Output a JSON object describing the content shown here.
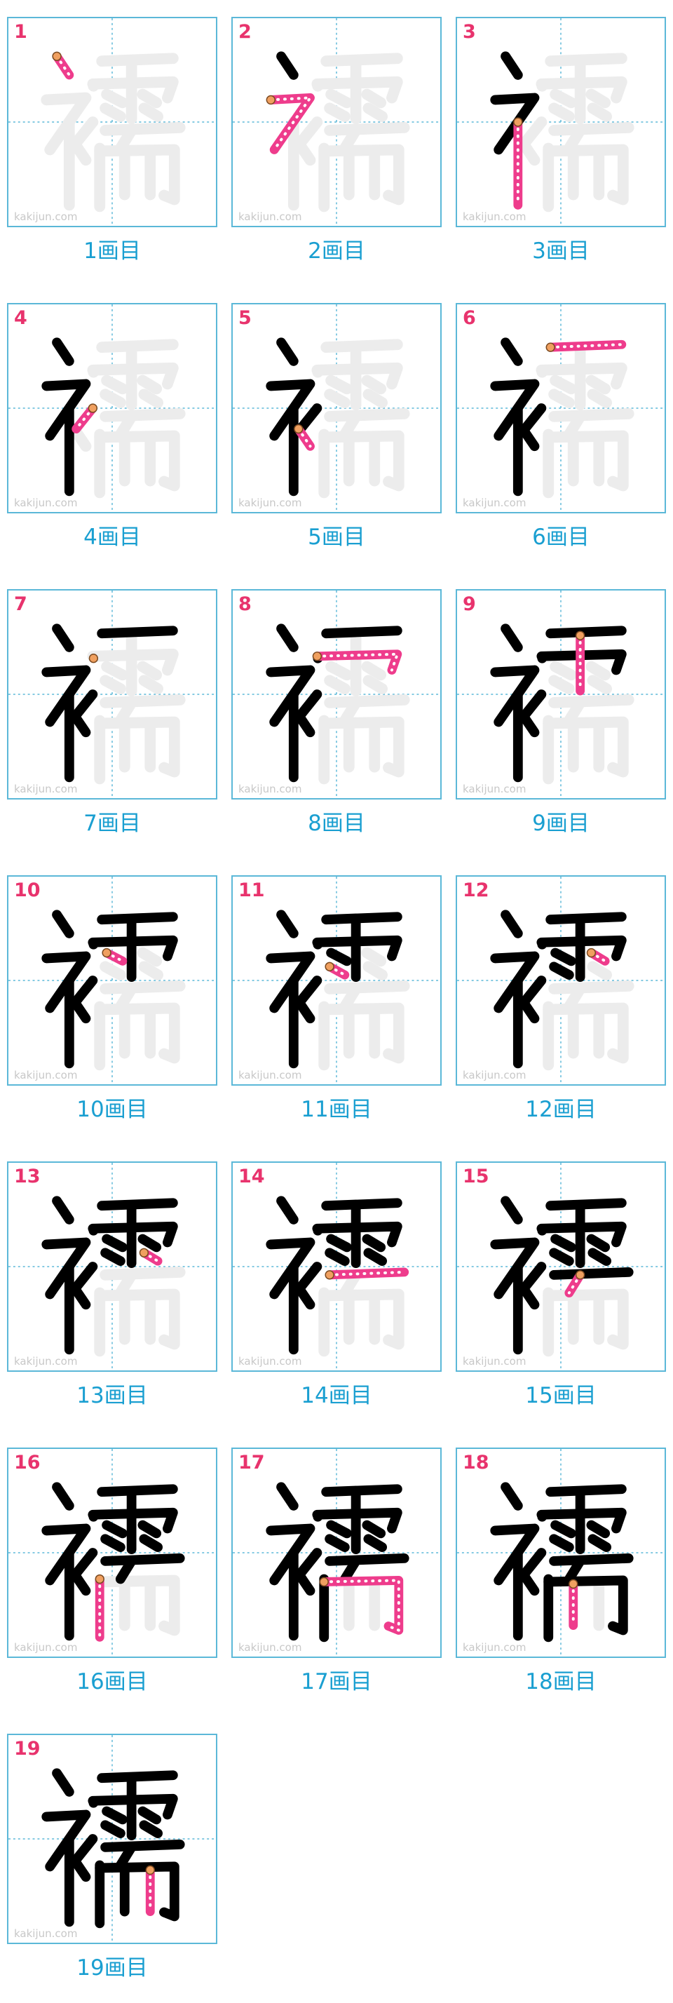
{
  "character": "襦",
  "watermark": "kakijun.com",
  "colors": {
    "grid_border": "#5bb8d8",
    "guide_dashed": "#5bb8d8",
    "ghost": "#ececec",
    "done_stroke": "#000000",
    "current_stroke": "#ee3c8c",
    "start_dot": "#f0a060",
    "number": "#e8336d",
    "caption": "#1a9fd1"
  },
  "steps": [
    {
      "number": "1",
      "caption": "1画目"
    },
    {
      "number": "2",
      "caption": "2画目"
    },
    {
      "number": "3",
      "caption": "3画目"
    },
    {
      "number": "4",
      "caption": "4画目"
    },
    {
      "number": "5",
      "caption": "5画目"
    },
    {
      "number": "6",
      "caption": "6画目"
    },
    {
      "number": "7",
      "caption": "7画目"
    },
    {
      "number": "8",
      "caption": "8画目"
    },
    {
      "number": "9",
      "caption": "9画目"
    },
    {
      "number": "10",
      "caption": "10画目"
    },
    {
      "number": "11",
      "caption": "11画目"
    },
    {
      "number": "12",
      "caption": "12画目"
    },
    {
      "number": "13",
      "caption": "13画目"
    },
    {
      "number": "14",
      "caption": "14画目"
    },
    {
      "number": "15",
      "caption": "15画目"
    },
    {
      "number": "16",
      "caption": "16画目"
    },
    {
      "number": "17",
      "caption": "17画目"
    },
    {
      "number": "18",
      "caption": "18画目"
    },
    {
      "number": "19",
      "caption": "19画目"
    }
  ]
}
